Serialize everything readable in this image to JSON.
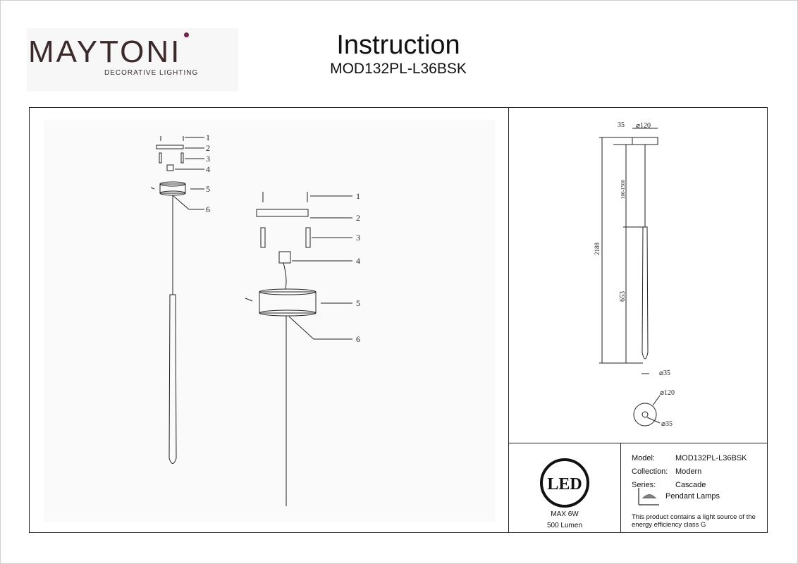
{
  "brand": {
    "name": "MAYTONI",
    "tagline": "DECORATIVE LIGHTING"
  },
  "header": {
    "title": "Instruction",
    "model": "MOD132PL-L36BSK"
  },
  "parts_labels": [
    "1",
    "2",
    "3",
    "4",
    "5",
    "6"
  ],
  "dimensions": {
    "canopy_height": "35",
    "canopy_diameter": "⌀120",
    "cable_range": "100-1500",
    "total_height": "2188",
    "shade_length": "653",
    "shade_diameter": "⌀35",
    "base_outer": "⌀120",
    "base_inner": "⌀35"
  },
  "led_panel": {
    "badge": "LED",
    "power": "MAX 6W",
    "lumen": "500 Lumen"
  },
  "spec": {
    "model_label": "Model:",
    "model_value": "MOD132PL-L36BSK",
    "collection_label": "Collection:",
    "collection_value": "Modern",
    "series_label": "Series:",
    "series_value": "Cascade",
    "type_value": "Pendant Lamps",
    "note": "This product contains a light source of the energy efficiency class G"
  },
  "colors": {
    "brand_text": "#3b2a2a",
    "brand_accent": "#7a1d52",
    "line": "#222222"
  }
}
